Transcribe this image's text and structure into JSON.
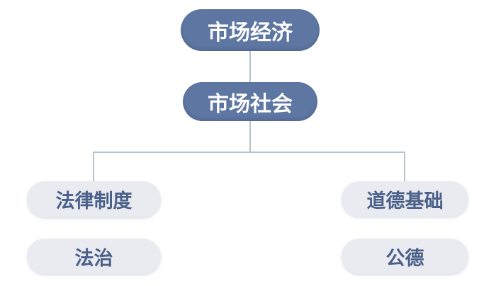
{
  "diagram": {
    "background_color": "#ffffff",
    "colors": {
      "level1_node_fill": "#5e76a2",
      "level1_node_text": "#ffffff",
      "level2_node_fill": "#e9ebf1",
      "level2_node_text": "#4a6089",
      "connector_line": "#b5c3cd"
    },
    "nodes": {
      "market_economy": {
        "label": "市场经济",
        "level": 1
      },
      "market_society": {
        "label": "市场社会",
        "level": 1
      },
      "legal_system": {
        "label": "法律制度",
        "level": 2
      },
      "rule_of_law": {
        "label": "法治",
        "level": 2
      },
      "moral_foundation": {
        "label": "道德基础",
        "level": 2
      },
      "public_morality": {
        "label": "公德",
        "level": 2
      }
    },
    "edges": [
      {
        "from": "市场经济",
        "to": "市场社会"
      },
      {
        "from": "市场社会",
        "to": "法律制度"
      },
      {
        "from": "市场社会",
        "to": "道德基础"
      }
    ]
  }
}
